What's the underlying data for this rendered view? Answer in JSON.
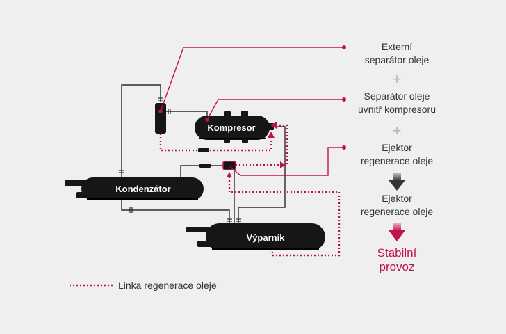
{
  "components": {
    "kompresor": "Kompresor",
    "kondenzator": "Kondenzátor",
    "vyparnik": "Výparník"
  },
  "steps": [
    {
      "label_lines": [
        "Externí",
        "separátor oleje"
      ]
    },
    {
      "label_lines": [
        "Separátor oleje",
        "uvnitř kompresoru"
      ]
    },
    {
      "label_lines": [
        "Ejektor",
        "regenerace oleje"
      ]
    },
    {
      "label_lines": [
        "Ejektor",
        "regenerace oleje"
      ]
    }
  ],
  "plus_symbol": "+",
  "result": {
    "label_lines": [
      "Stabilní",
      "provoz"
    ]
  },
  "legend": {
    "label": "Linka regenerace oleje"
  },
  "colors": {
    "accent": "#c0134c",
    "pipe": "#2b2b2b",
    "component": "#161616",
    "plus": "#b5b5b5",
    "text": "#333333"
  }
}
